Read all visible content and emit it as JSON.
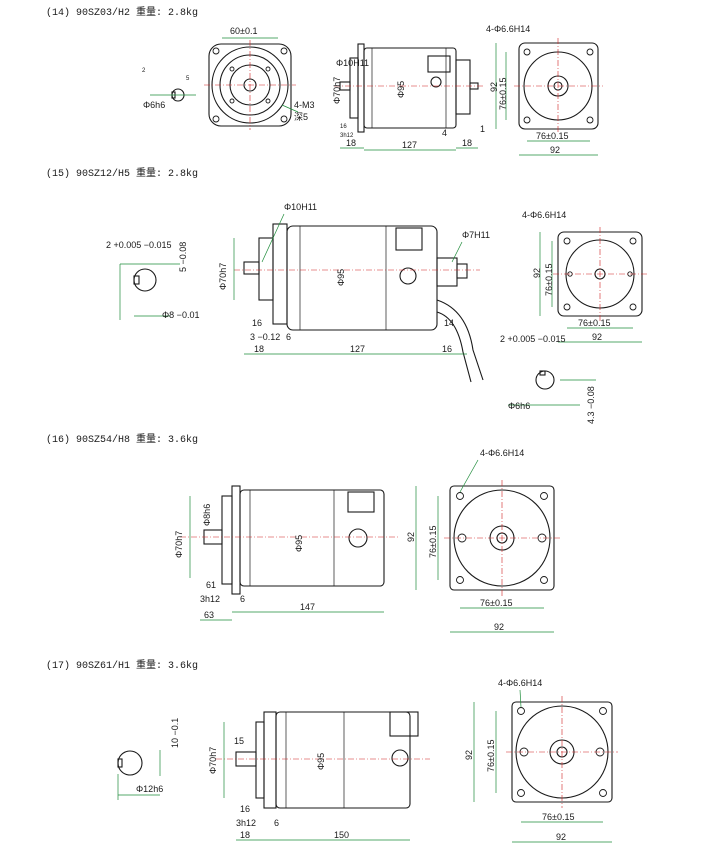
{
  "sections": [
    {
      "title": "(14) 90SZ03/H2  重量: 2.8kg",
      "labels": {
        "flange_width": "60±0.1",
        "hole_spec": "4-Φ6.6H14",
        "tap": "4-M3",
        "depth": "深5",
        "shaft_dia": "Φ6h6",
        "spigot": "Φ70h7",
        "boss": "Φ10H11",
        "body_dia": "Φ95",
        "d16": "16",
        "d3": "3h12",
        "d18": "18",
        "body_len": "127",
        "d4": "4",
        "d18b": "18",
        "d1": "1",
        "pitch_v": "76±0.15",
        "side_v": "92",
        "pitch_h": "76±0.15",
        "side_h": "92",
        "key_w": "2",
        "key_h": "5"
      }
    },
    {
      "title": "(15) 90SZ12/H5  重量: 2.8kg",
      "labels": {
        "boss": "Φ10H11",
        "key_tol": "2 +0.005 −0.015",
        "key_h": "5 −0.08",
        "shaft_dia": "Φ8 −0.01",
        "spigot": "Φ70h7",
        "body_dia": "Φ95",
        "boss_r": "Φ7H11",
        "d16": "16",
        "d3": "3 −0.12",
        "d6": "6",
        "d18": "18",
        "body_len": "127",
        "d16b": "16",
        "d14": "14",
        "hole_spec": "4-Φ6.6H14",
        "pitch_v": "76±0.15",
        "side_v": "92",
        "pitch_h": "76±0.15",
        "side_h": "92",
        "key2_tol": "2 +0.005 −0.015",
        "shaft2": "Φ6h6",
        "key2_h": "4.3 −0.08"
      }
    },
    {
      "title": "(16) 90SZ54/H8  重量: 3.6kg",
      "labels": {
        "spigot": "Φ70h7",
        "shaft_dia": "Φ8h6",
        "body_dia": "Φ95",
        "d61": "61",
        "d3": "3h12",
        "d6": "6",
        "d63": "63",
        "body_len": "147",
        "hole_spec": "4-Φ6.6H14",
        "side_v": "92",
        "pitch_v": "76±0.15",
        "pitch_h": "76±0.15",
        "side_h": "92"
      }
    },
    {
      "title": "(17) 90SZ61/H1  重量: 3.6kg",
      "labels": {
        "key": "10 −0.1",
        "shaft_dia": "Φ12h6",
        "spigot": "Φ70h7",
        "d15": "15",
        "body_dia": "Φ95",
        "d16": "16",
        "d3": "3h12",
        "d6": "6",
        "d18": "18",
        "body_len": "150",
        "hole_spec": "4-Φ6.6H14",
        "side_v": "92",
        "pitch_v": "76±0.15",
        "pitch_h": "76±0.15",
        "side_h": "92"
      }
    }
  ]
}
